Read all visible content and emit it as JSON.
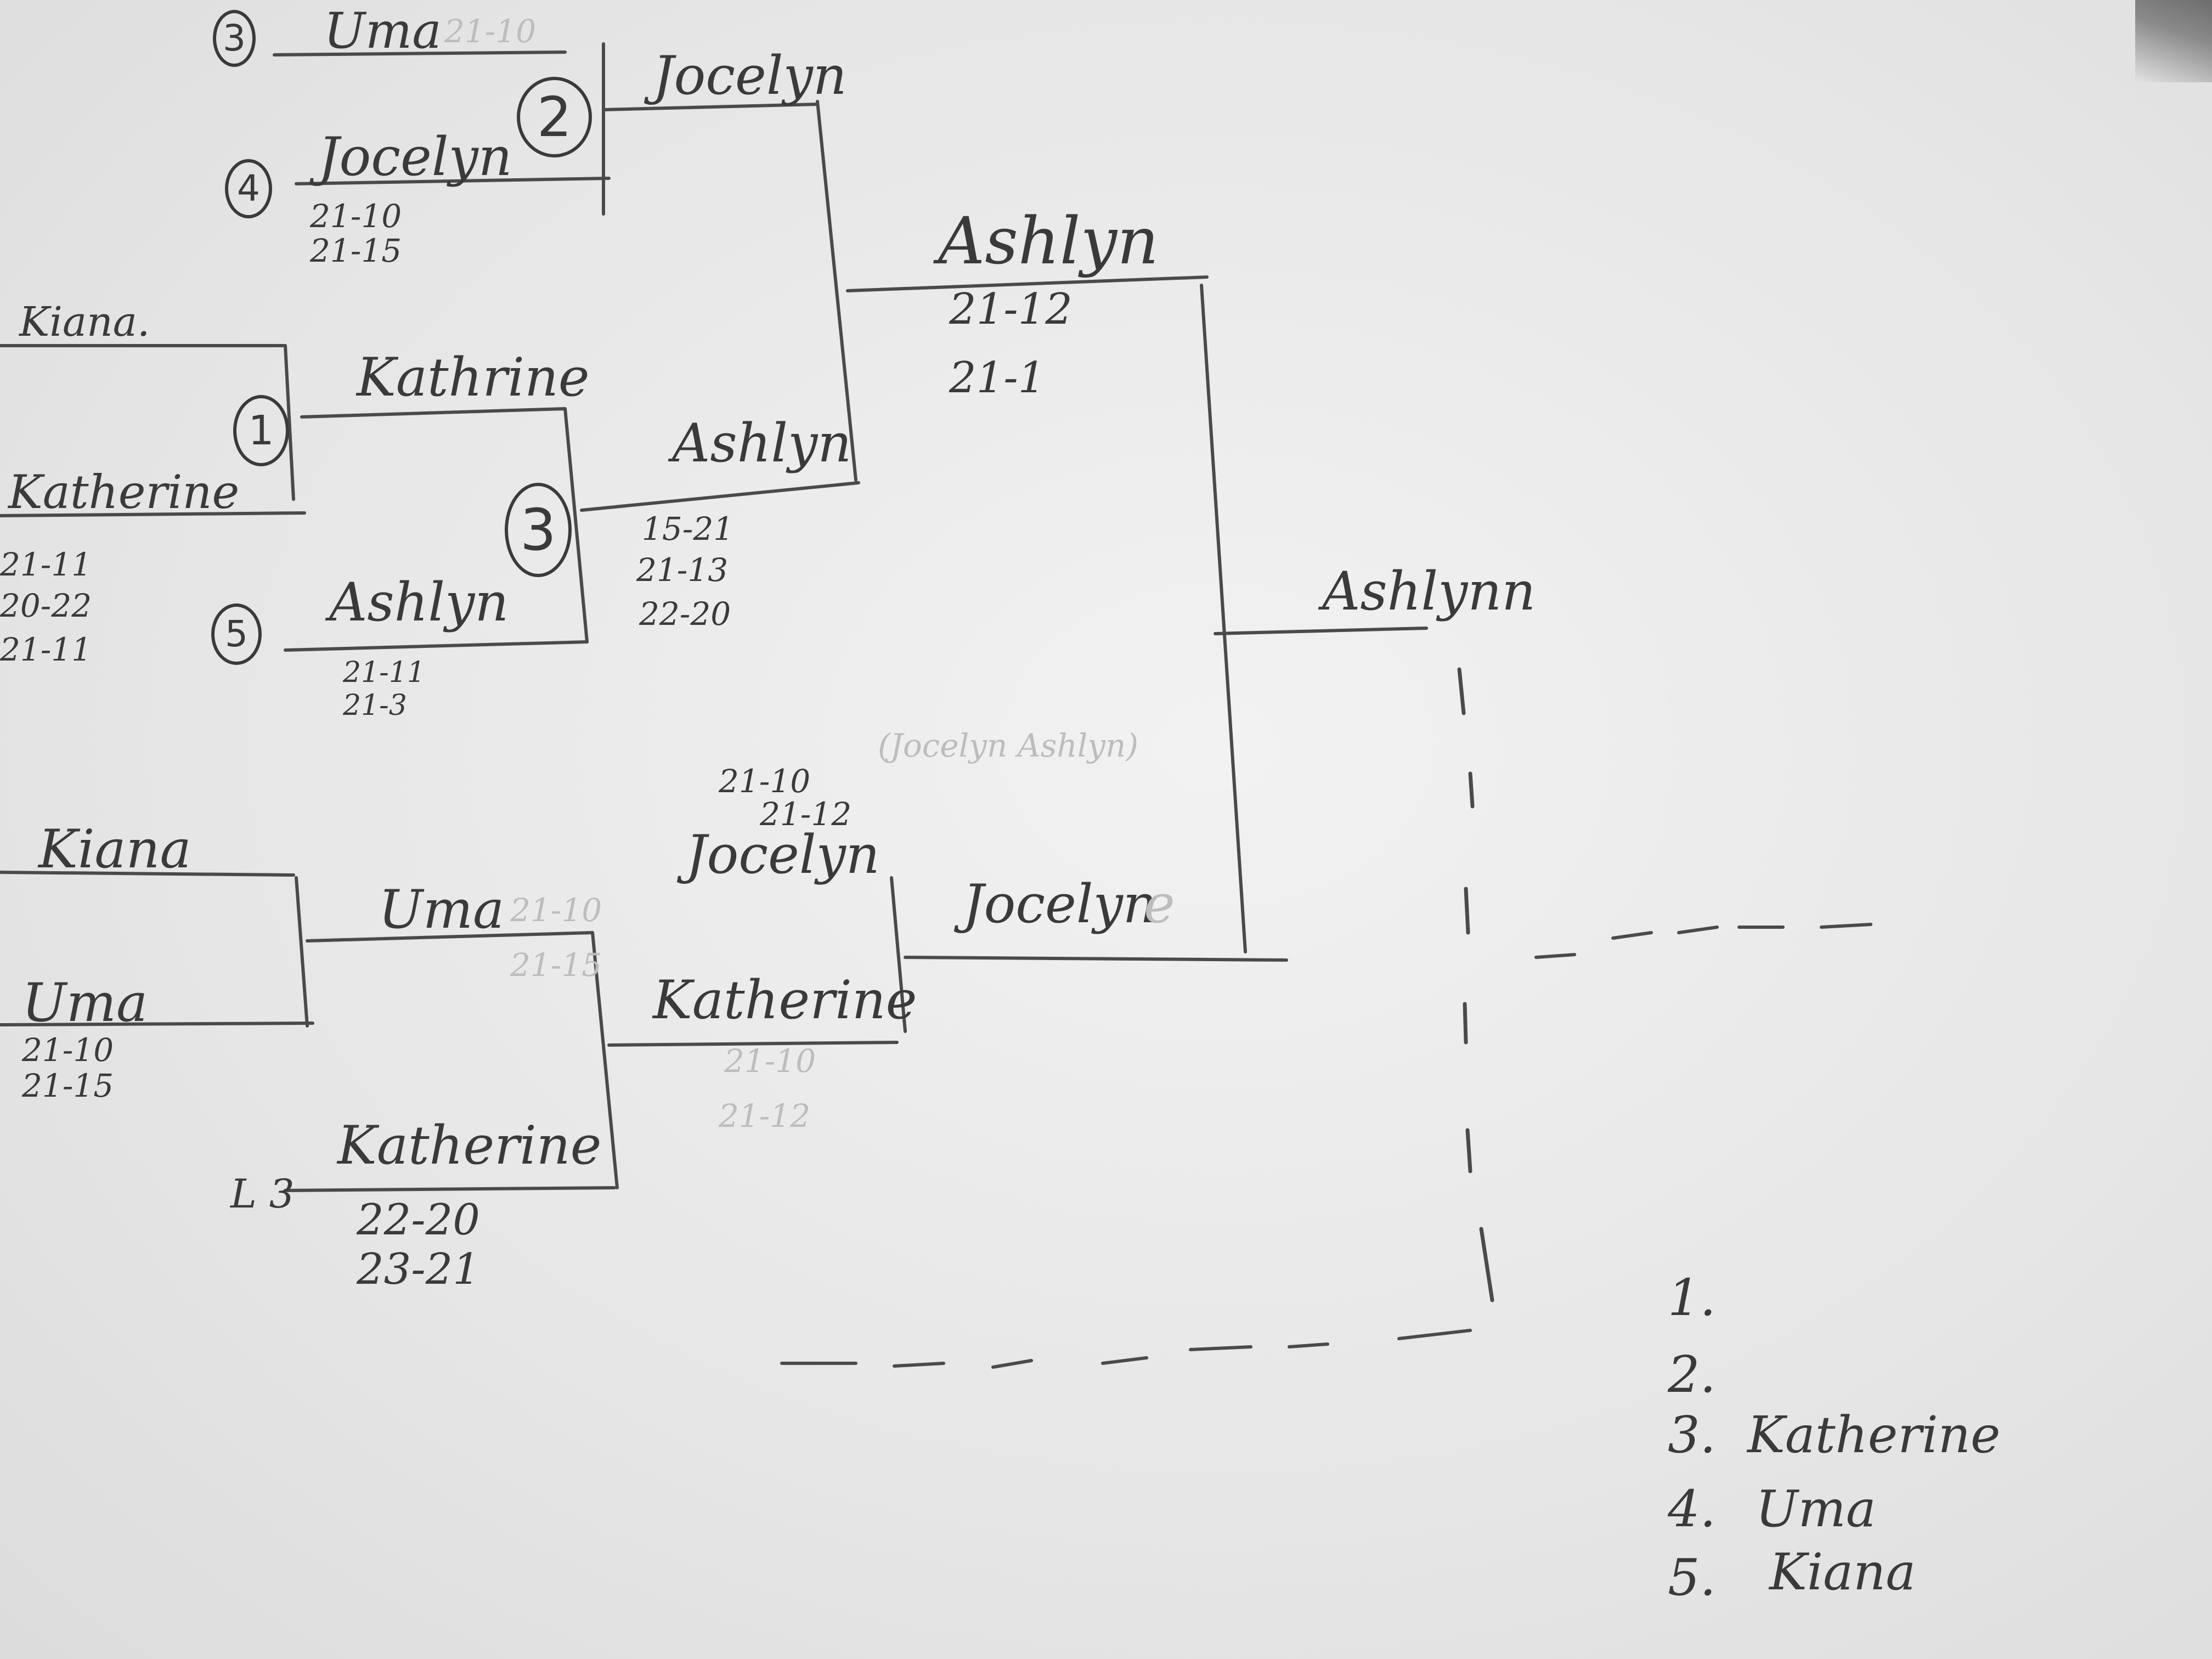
{
  "bracket": {
    "left_top": {
      "seed3_num": "3",
      "seed3_name": "Uma",
      "seed3_faint_score": "21-10",
      "seed4_num": "4",
      "seed4_name": "Jocelyn",
      "seed4_scores": [
        "21-10",
        "21-15"
      ],
      "match_num": "2",
      "winner": "Jocelyn"
    },
    "left_mid": {
      "top_name": "Kiana.",
      "match1_num": "1",
      "bottom_name": "Katherine",
      "bottom_scores": [
        "21-11",
        "20-22",
        "21-11"
      ],
      "winner": "Kathrine",
      "seed5_num": "5",
      "seed5_name": "Ashlyn",
      "seed5_scores": [
        "21-11",
        "21-3"
      ],
      "match3_num": "3",
      "winner2": "Ashlyn",
      "winner2_scores": [
        "15-21",
        "21-13",
        "22-20"
      ]
    },
    "semifinal": {
      "winner": "Ashlyn",
      "scores": [
        "21-12",
        "21-1"
      ]
    },
    "final": {
      "winner": "Ashlynn"
    },
    "losers": {
      "top_name": "Kiana",
      "bottom_name": "Uma",
      "bottom_scores": [
        "21-10",
        "21-15"
      ],
      "winner": "Uma",
      "winner_faint_scores": [
        "21-10",
        "21-15"
      ],
      "l3_label": "L 3",
      "l3_name": "Katherine",
      "l3_scores": [
        "22-20",
        "23-21"
      ],
      "next_winner": "Katherine",
      "next_faint_scores": [
        "21-10",
        "21-12"
      ],
      "opponent_scores": [
        "21-10",
        "21-12"
      ],
      "opponent": "Jocelyn",
      "faint_note": "(Jocelyn Ashlyn)",
      "final_winner": "Jocelyn",
      "final_winner_faint_tail": "e"
    }
  },
  "standings": {
    "items": [
      {
        "rank": "1.",
        "name": ""
      },
      {
        "rank": "2.",
        "name": ""
      },
      {
        "rank": "3.",
        "name": "Katherine"
      },
      {
        "rank": "4.",
        "name": "Uma"
      },
      {
        "rank": "5.",
        "name": "Kiana"
      }
    ]
  },
  "colors": {
    "pencil": "#3a3a3a",
    "faint": "#bdbdbd",
    "paper": "#eeeeee"
  }
}
